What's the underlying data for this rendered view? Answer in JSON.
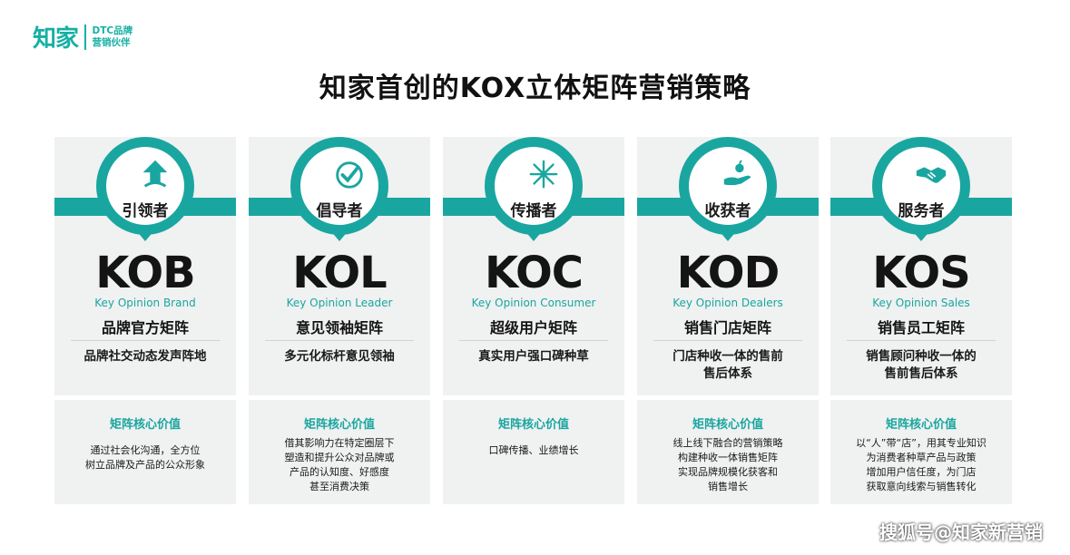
{
  "logo": {
    "main": "知家",
    "sub_line1": "DTC品牌",
    "sub_line2": "营销伙伴"
  },
  "title": "知家首创的KOX立体矩阵营销策略",
  "accent_color": "#1aa6a0",
  "cards": [
    {
      "icon": "arrow-up-icon",
      "role": "引领者",
      "code": "KOB",
      "english": "Key Opinion Brand",
      "matrix": "品牌官方矩阵",
      "desc_lines": [
        "品牌社交动态发声阵地"
      ],
      "value_title": "矩阵核心价值",
      "value_lines": [
        "通过社会化沟通，全方位",
        "树立品牌及产品的公众形象"
      ]
    },
    {
      "icon": "check-target-icon",
      "role": "倡导者",
      "code": "KOL",
      "english": "Key Opinion Leader",
      "matrix": "意见领袖矩阵",
      "desc_lines": [
        "多元化标杆意见领袖"
      ],
      "value_title": "矩阵核心价值",
      "value_lines": [
        "借其影响力在特定圈层下",
        "塑造和提升公众对品牌或",
        "产品的认知度、好感度",
        "甚至消费决策"
      ]
    },
    {
      "icon": "spread-arrows-icon",
      "role": "传播者",
      "code": "KOC",
      "english": "Key Opinion Consumer",
      "matrix": "超级用户矩阵",
      "desc_lines": [
        "真实用户强口碑种草"
      ],
      "value_title": "矩阵核心价值",
      "value_lines": [
        "口碑传播、业绩增长"
      ]
    },
    {
      "icon": "hand-harvest-icon",
      "role": "收获者",
      "code": "KOD",
      "english": "Key Opinion Dealers",
      "matrix": "销售门店矩阵",
      "desc_lines": [
        "门店种收一体的售前",
        "售后体系"
      ],
      "value_title": "矩阵核心价值",
      "value_lines": [
        "线上线下融合的营销策略",
        "构建种收一体销售矩阵",
        "实现品牌规模化获客和",
        "销售增长"
      ]
    },
    {
      "icon": "handshake-icon",
      "role": "服务者",
      "code": "KOS",
      "english": "Key Opinion Sales",
      "matrix": "销售员工矩阵",
      "desc_lines": [
        "销售顾问种收一体的",
        "售前售后体系"
      ],
      "value_title": "矩阵核心价值",
      "value_lines": [
        "以“人”带“店”，用其专业知识",
        "为消费者种草产品与政策",
        "增加用户信任度，为门店",
        "获取意向线索与销售转化"
      ]
    }
  ],
  "watermark": "搜狐号@知家新营销"
}
